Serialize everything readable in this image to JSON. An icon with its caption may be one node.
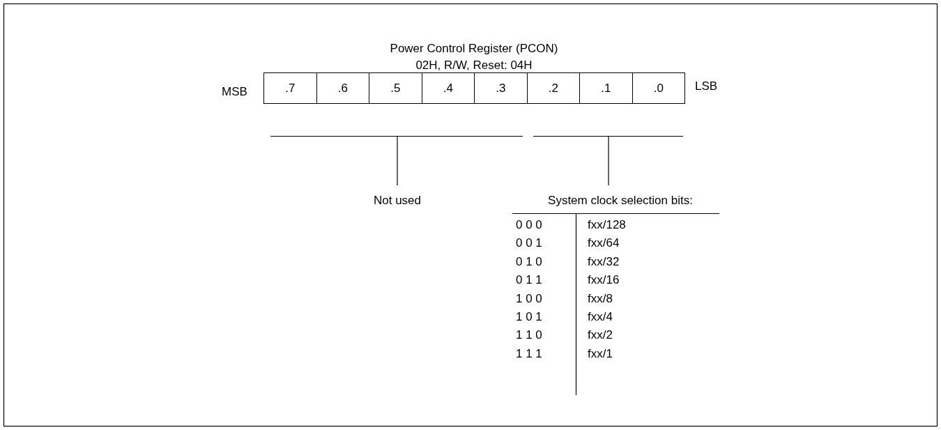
{
  "diagram": {
    "title": "Power Control Register (PCON)",
    "nodes": [
      {
        "text": [
          ".7"
        ]
      },
      {
        "text": [
          ".6"
        ]
      },
      {
        "text": [
          ".5"
        ]
      },
      {
        "text": [
          ".4"
        ]
      },
      {
        "text": [
          ".3"
        ]
      },
      {
        "text": [
          ".2"
        ]
      },
      {
        "text": [
          ".1"
        ]
      },
      {
        "text": [
          ".0"
        ]
      },
      {
        "text": [
          "Not used"
        ]
      },
      {
        "text": [
          "System clock selection bits:"
        ]
      }
    ],
    "edges": [
      {
        "from": 8,
        "to": null,
        "arrow": "none"
      },
      {
        "from": 9,
        "to": null,
        "arrow": "none"
      }
    ],
    "labels": [
      "02H, R/W, Reset: 04H",
      "MSB",
      "LSB",
      "0 0 0",
      "fxx/128",
      "0 0 1",
      "fxx/64",
      "0 1 0",
      "fxx/32",
      "0 1 1",
      "fxx/16",
      "1 0 0",
      "fxx/8",
      "1 0 1",
      "fxx/4",
      "1 1 0",
      "fxx/2",
      "1 1 1",
      "fxx/1"
    ]
  }
}
